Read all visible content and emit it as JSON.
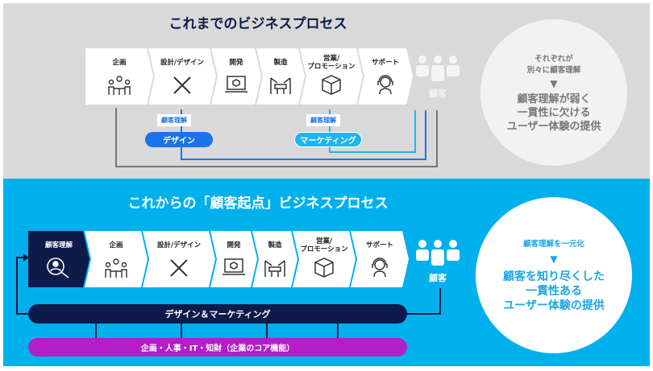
{
  "top": {
    "title": "これまでのビジネスプロセス",
    "steps": [
      "企画",
      "設計/デザイン",
      "開発",
      "製造",
      "営業/\nプロモーション",
      "サポート"
    ],
    "customer": "顧客",
    "understanding_label": "顧客理解",
    "design_pill": "デザイン",
    "marketing_pill": "マーケティング",
    "circle": {
      "line1": "それぞれが",
      "line2": "別々に顧客理解",
      "r1": "顧客理解が弱く",
      "r2": "一貫性に欠ける",
      "r3": "ユーザー体験の提供"
    }
  },
  "bottom": {
    "title": "これからの「顧客起点」ビジネスプロセス",
    "first_step": "顧客理解",
    "steps": [
      "企画",
      "設計/デザイン",
      "開発",
      "製造",
      "営業/\nプロモーション",
      "サポート"
    ],
    "customer": "顧客",
    "dm_bar": "デザイン＆マーケティング",
    "core_bar": "企画・人事・IT・知財（企業のコア機能）",
    "circle": {
      "line1": "顧客理解を一元化",
      "r1": "顧客を知り尽くした",
      "r2": "一貫性ある",
      "r3": "ユーザー体験の提供"
    }
  },
  "colors": {
    "gray_bg": "#d9d9d9",
    "blue_bg": "#00b0ec",
    "navy": "#0d1a4a",
    "purple": "#b01fc8",
    "design_blue": "#1a73e8",
    "marketing_cyan": "#1fb5ee"
  }
}
